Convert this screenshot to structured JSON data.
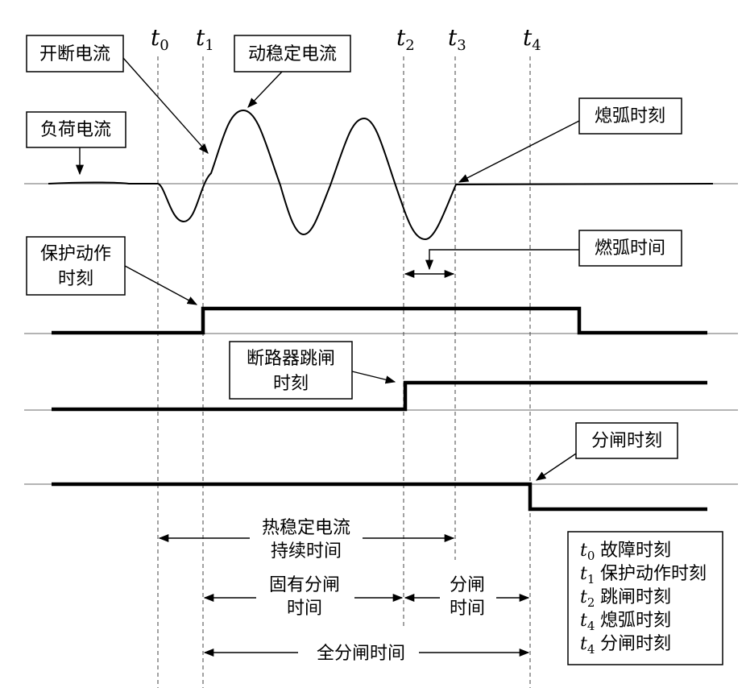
{
  "time_marks": [
    {
      "letter": "t",
      "sub": "0"
    },
    {
      "letter": "t",
      "sub": "1"
    },
    {
      "letter": "t",
      "sub": "2"
    },
    {
      "letter": "t",
      "sub": "3"
    },
    {
      "letter": "t",
      "sub": "4"
    }
  ],
  "callouts": {
    "breaking_current": "开断电流",
    "dynamic_current": "动稳定电流",
    "load_current": "负荷电流",
    "arc_extinction": "熄弧时刻",
    "arcing_time": "燃弧时间",
    "protection_action_l1": "保护动作",
    "protection_action_l2": "时刻",
    "breaker_trip_l1": "断路器跳闸",
    "breaker_trip_l2": "时刻",
    "opening_moment": "分闸时刻"
  },
  "intervals": {
    "thermal_l1": "热稳定电流",
    "thermal_l2": "持续时间",
    "inherent_l1": "固有分闸",
    "inherent_l2": "时间",
    "opening_l1": "分闸",
    "opening_l2": "时间",
    "total": "全分闸时间"
  },
  "legend": [
    {
      "letter": "t",
      "sub": "0",
      "text": "故障时刻"
    },
    {
      "letter": "t",
      "sub": "1",
      "text": "保护动作时刻"
    },
    {
      "letter": "t",
      "sub": "2",
      "text": "跳闸时刻"
    },
    {
      "letter": "t",
      "sub": "4",
      "text": "熄弧时刻"
    },
    {
      "letter": "t",
      "sub": "4",
      "text": "分闸时刻"
    }
  ]
}
